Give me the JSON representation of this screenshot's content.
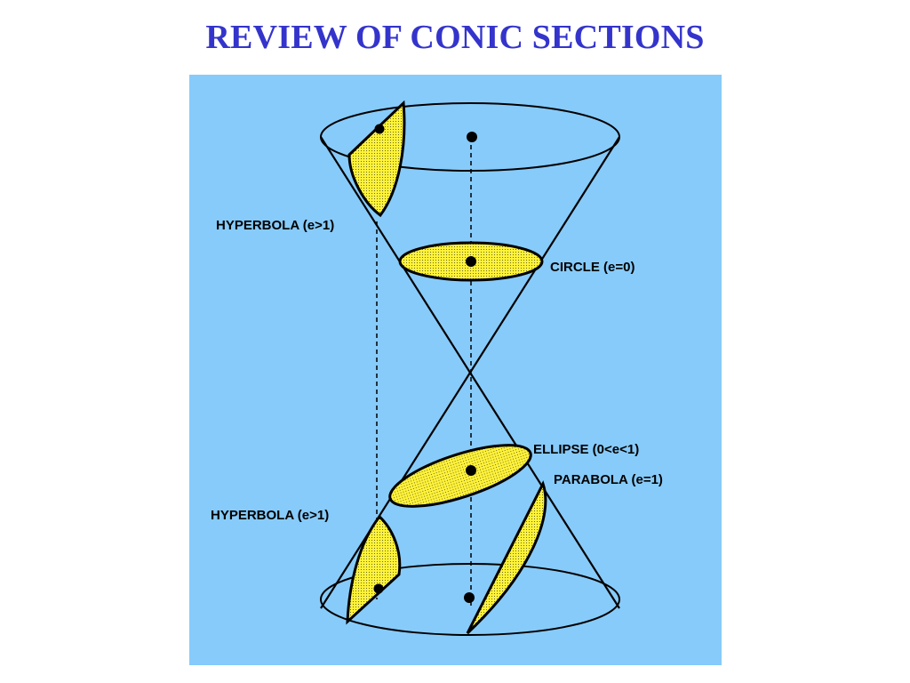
{
  "title": "REVIEW OF CONIC SECTIONS",
  "colors": {
    "title": "#3434cc",
    "background": "#87cbfa",
    "section_fill": "#fff23a",
    "ink": "#000000"
  },
  "labels": {
    "hyperbola_upper": "HYPERBOLA (e>1)",
    "circle": "CIRCLE (e=0)",
    "ellipse": "ELLIPSE (0<e<1)",
    "parabola": "PARABOLA (e=1)",
    "hyperbola_lower": "HYPERBOLA (e>1)"
  }
}
